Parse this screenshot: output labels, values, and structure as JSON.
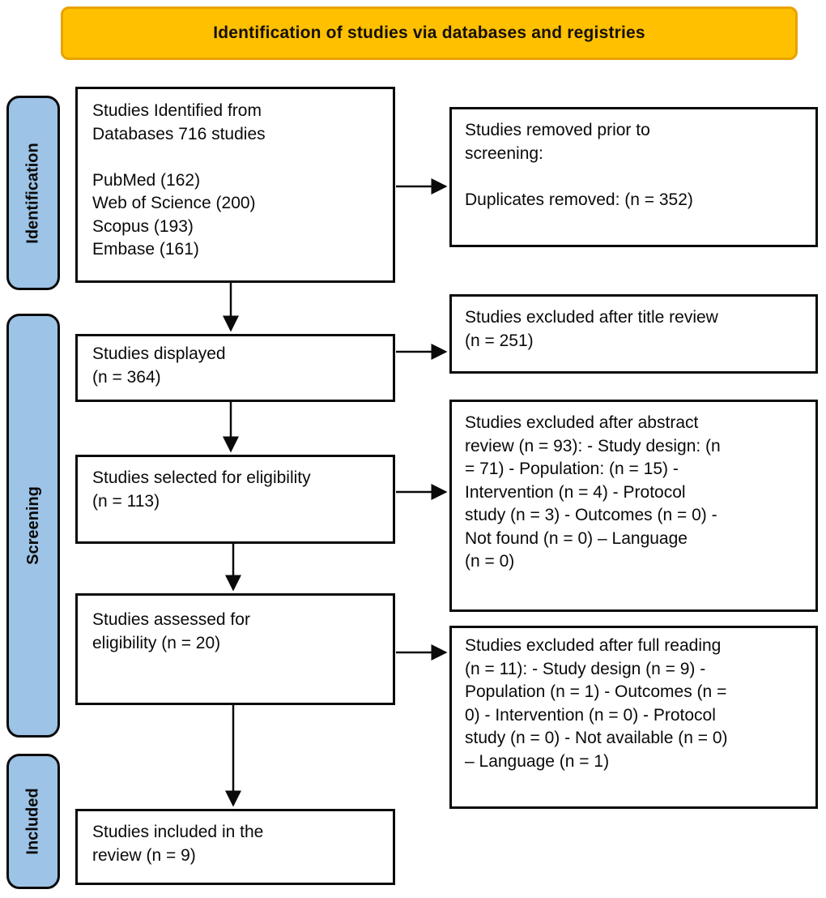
{
  "banner": {
    "label": "Identification of studies via databases and registries"
  },
  "colors": {
    "banner_fill": "#FFC000",
    "banner_border": "#E8A200",
    "stage_fill": "#9DC3E6",
    "outline": "#0a0a0a"
  },
  "stages": [
    {
      "label": "Identification"
    },
    {
      "label": "Screening"
    },
    {
      "label": "Included"
    }
  ],
  "flow": {
    "identified": {
      "text": "Studies Identified from\nDatabases 716 studies\n\nPubMed (162)\nWeb of Science (200)\nScopus (193)\nEmbase (161)"
    },
    "displayed": {
      "text": "Studies displayed\n(n = 364)"
    },
    "selected": {
      "text": "Studies selected for eligibility\n(n = 113)"
    },
    "assessed": {
      "text": "Studies assessed for\neligibility (n = 20)"
    },
    "included": {
      "text": "Studies included in the\nreview (n = 9)"
    }
  },
  "exclusions": {
    "removed_prior": {
      "text": "Studies removed prior to\nscreening:\n\nDuplicates removed: (n = 352)"
    },
    "title_review": {
      "text": "Studies excluded after title review\n(n = 251)"
    },
    "abstract_review": {
      "text": "Studies excluded after abstract\nreview (n = 93): - Study design: (n\n= 71) - Population: (n = 15) -\nIntervention (n = 4) - Protocol\nstudy (n = 3) - Outcomes (n = 0) -\nNot found (n = 0) – Language\n(n = 0)"
    },
    "full_reading": {
      "text": "Studies excluded after full reading\n(n = 11): - Study design (n = 9) -\nPopulation (n = 1) - Outcomes (n =\n0) - Intervention (n = 0) - Protocol\nstudy (n = 0) - Not available (n = 0)\n– Language (n = 1)"
    }
  }
}
